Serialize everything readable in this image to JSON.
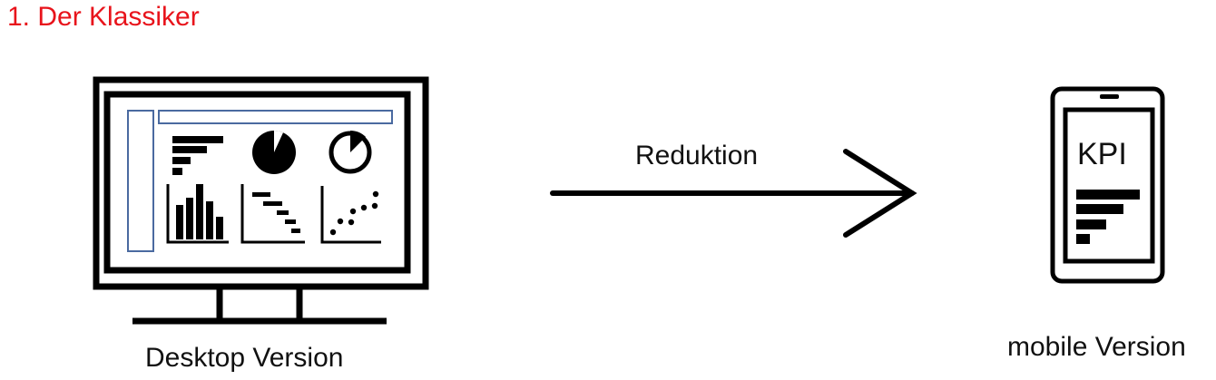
{
  "header": {
    "title": "1. Der Klassiker",
    "title_color": "#e8131b"
  },
  "desktop": {
    "label": "Desktop Version",
    "accent_color": "#4a6aa0"
  },
  "arrow": {
    "label": "Reduktion"
  },
  "mobile": {
    "label": "mobile Version",
    "kpi_label": "KPI"
  }
}
